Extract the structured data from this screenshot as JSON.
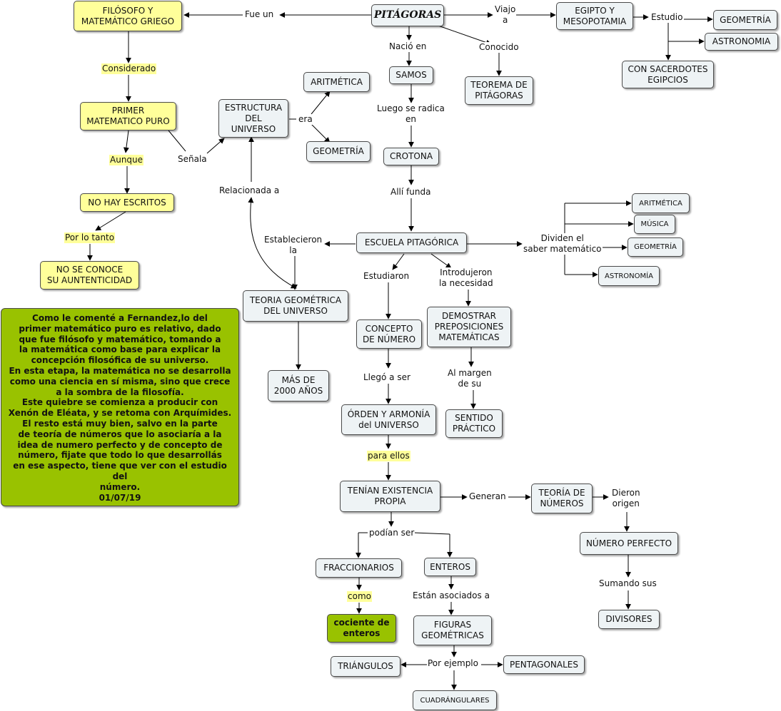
{
  "nodes": {
    "pitagoras": "PITÁGORAS",
    "filosofo": "FILÓSOFO Y\nMATEMÁTICO GRIEGO",
    "primer": "PRIMER\nMATEMATICO PURO",
    "no_escritos": "NO HAY ESCRITOS",
    "no_conoce": "NO SE CONOCE\nSU AUNTENTICIDAD",
    "estructura": "ESTRUCTURA\nDEL\nUNIVERSO",
    "aritmetica": "ARITMÉTICA",
    "geometria_era": "GEOMETRÍA",
    "samos": "SAMOS",
    "crotona": "CROTONA",
    "teorema": "TEOREMA DE\nPITÁGORAS",
    "egipto": "EGIPTO Y\nMESOPOTAMIA",
    "geometria_est": "GEOMETRÍA",
    "astronomia_est": "ASTRONOMIA",
    "sacerdotes": "CON SACERDOTES\nEGIPCIOS",
    "escuela": "ESCUELA PITAGÓRICA",
    "arit_small": "ARITMÉTICA",
    "musica_small": "MÚSICA",
    "geom_small": "GEOMETRÍA",
    "astro_small": "ASTRONOMÍA",
    "teoria_geom": "TEORIA GEOMÉTRICA\nDEL UNIVERSO",
    "mas2000": "MÁS DE\n2000 AÑOS",
    "concepto": "CONCEPTO\nDE NÚMERO",
    "demostrar": "DEMOSTRAR\nPREPOSICIONES\nMATEMÁTICAS",
    "sentido": "SENTIDO\nPRÁCTICO",
    "orden": "ÓRDEN Y ARMONÍA\ndel UNIVERSO",
    "tenian": "TENÍAN EXISTENCIA\nPROPIA",
    "teoria_num": "TEORÍA DE\nNÚMEROS",
    "numero_perfecto": "NÚMERO PERFECTO",
    "divisores": "DIVISORES",
    "fraccionarios": "FRACCIONARIOS",
    "enteros": "ENTEROS",
    "cociente": "cociente de\nenteros",
    "figuras": "FIGURAS\nGEOMÉTRICAS",
    "triangulos": "TRIÁNGULOS",
    "pentagonales": "PENTAGONALES",
    "cuadrangulares": "CUADRÁNGULARES",
    "note": "Como le comenté a Fernandez,lo del\nprimer matemático puro es relativo, dado\nque fue filósofo y matemático, tomando a\nla matemática como base para explicar la\nconcepción filosófica de su universo.\nEn esta etapa, la matemática no se desarrolla\ncomo una ciencia en sí misma, sino que crece\na la sombra de la filosofía.\nEste quiebre se comienza a producir con\nXenón de Eléata, y se retoma con Arquímides.\nEl resto está muy bien, salvo en la parte\nde teoría de números que lo asociaría a la\nidea de numero perfecto y de concepto de\nnúmero, fijate que todo lo que desarrollás\nen ese aspecto, tiene que ver con el estudio del\nnúmero.\n01/07/19"
  },
  "labels": {
    "fue_un": "Fue un",
    "viajo_a": "Viajo\na",
    "estudio": "Estudio",
    "nacio_en": "Nació en",
    "conocido": "Conocido",
    "considerado": "Considerado",
    "aunque": "Aunque",
    "por_lo_tanto": "Por lo tanto",
    "senala": "Señala",
    "era": "era",
    "relacionada_a": "Relacionada a",
    "luego": "Luego se radica\nen",
    "alli_funda": "Allí funda",
    "establecieron": "Establecieron\nla",
    "dividen": "Dividen el\nsaber matemático",
    "estudiaron": "Estudiaron",
    "introdujeron": "Introdujeron\nla necesidad",
    "llego_a_ser": "Llegó a ser",
    "al_margen": "Al margen\nde su",
    "para_ellos": "para ellos",
    "generan": "Generan",
    "dieron_origen": "Dieron\norigen",
    "sumando": "Sumando sus",
    "podian_ser": "podían ser",
    "como": "como",
    "asociados": "Están asociados a",
    "por_ejemplo": "Por ejemplo"
  },
  "colors": {
    "node_fill": "#eef3f5",
    "yellow_fill": "#ffff9a",
    "green_fill": "#99c200",
    "line": "#000000"
  }
}
